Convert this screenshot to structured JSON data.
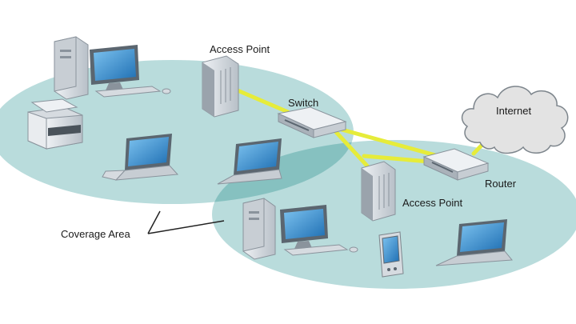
{
  "labels": {
    "access_point_top": "Access Point",
    "switch": "Switch",
    "internet": "Internet",
    "router": "Router",
    "access_point_bottom": "Access Point",
    "coverage_area": "Coverage Area"
  },
  "colors": {
    "coverage_fill": "#b9dcdc",
    "coverage_overlap": "#7fbcbb",
    "cable": "#e6ec3a",
    "device_body": "#d6dbe0",
    "device_dark": "#5b6670",
    "screen": "#3a8fd0",
    "cloud": "#e3e3e3"
  },
  "icons": [
    "desktop-computer-icon",
    "printer-icon",
    "laptop-icon",
    "access-point-icon",
    "switch-icon",
    "router-icon",
    "cloud-icon",
    "pda-icon"
  ]
}
